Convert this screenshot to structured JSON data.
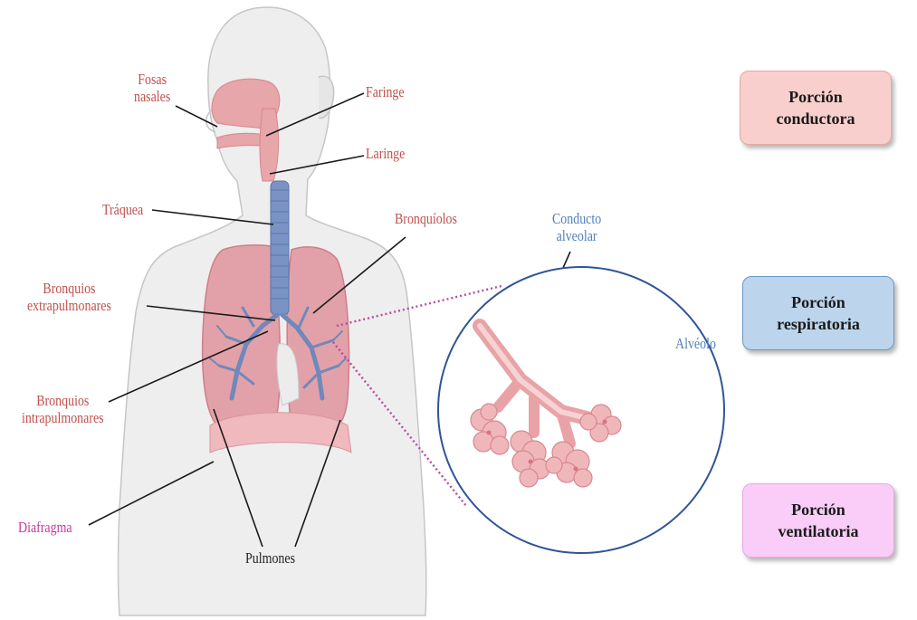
{
  "labels": {
    "fosas_nasales": "Fosas\nnasales",
    "faringe": "Faringe",
    "laringe": "Laringe",
    "traquea": "Tráquea",
    "bronquiolos": "Bronquíolos",
    "conducto_alveolar": "Conducto\nalveolar",
    "bronquios_extrapulmonares": "Bronquios\nextrapulmonares",
    "alveolo": "Alvéolo",
    "bronquios_intrapulmonares": "Bronquios\nintrapulmonares",
    "diafragma": "Diafragma",
    "pulmones": "Pulmones"
  },
  "legend": [
    {
      "label": "Porción\nconductora",
      "color": "#f8cfcc",
      "border": "#e8a7a3"
    },
    {
      "label": "Porción\nrespiratoria",
      "color": "#bcd5ec",
      "border": "#6b96c8"
    },
    {
      "label": "Porción\nventilatoria",
      "color": "#f9cdf7",
      "border": "#e9a6e6"
    }
  ],
  "colors": {
    "conducting": "#c0504d",
    "respiratory": "#4f81bd",
    "ventilatory": "#c837a2",
    "lung_fill": "#e3a1a7",
    "bronchi": "#6d86b5"
  }
}
